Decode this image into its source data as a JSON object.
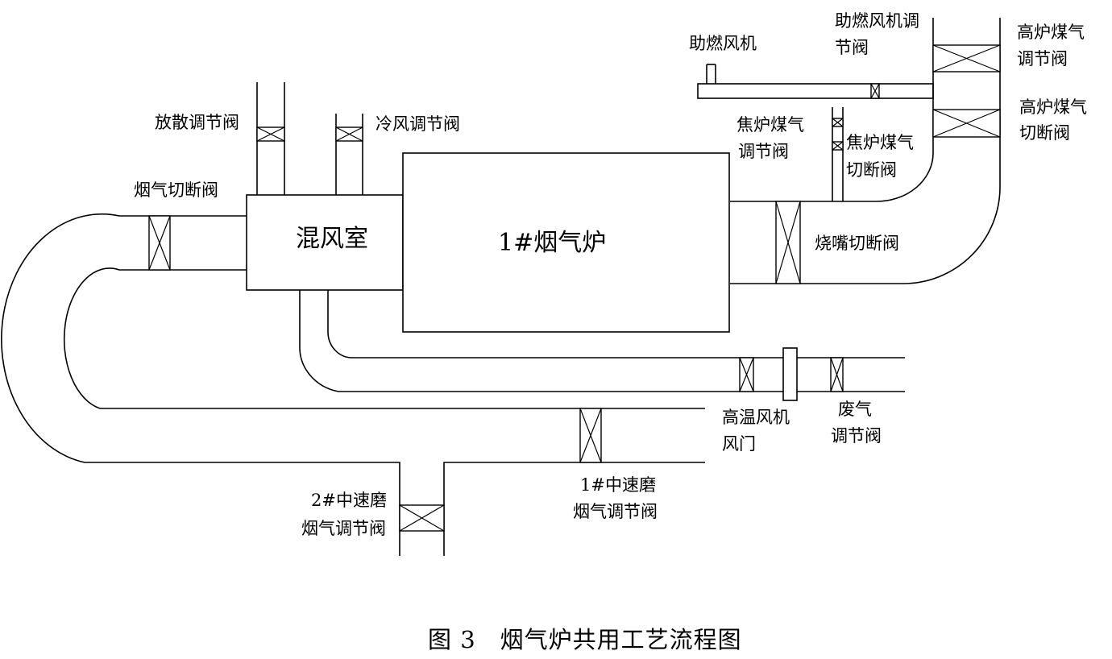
{
  "main_units": {
    "mixing_chamber": "混风室",
    "furnace": "1#烟气炉"
  },
  "labels": {
    "combustion_fan": "助燃风机",
    "combustion_fan_valve_1": "助燃风机调",
    "combustion_fan_valve_2": "节阀",
    "bf_gas_reg_1": "高炉煤气",
    "bf_gas_reg_2": "调节阀",
    "bf_gas_cut_1": "高炉煤气",
    "bf_gas_cut_2": "切断阀",
    "coke_gas_reg_1": "焦炉煤气",
    "coke_gas_reg_2": "调节阀",
    "coke_gas_cut_1": "焦炉煤气",
    "coke_gas_cut_2": "切断阀",
    "burner_cut": "烧嘴切断阀",
    "vent_reg": "放散调节阀",
    "cold_air_reg": "冷风调节阀",
    "flue_cut": "烟气切断阀",
    "hot_fan_door_1": "高温风机",
    "hot_fan_door_2": "风门",
    "waste_gas_reg_1": "废气",
    "waste_gas_reg_2": "调节阀",
    "mill1_reg_1": "1#中速磨",
    "mill1_reg_2": "烟气调节阀",
    "mill2_reg_1": "2#中速磨",
    "mill2_reg_2": "烟气调节阀"
  },
  "caption": "图 3　烟气炉共用工艺流程图"
}
